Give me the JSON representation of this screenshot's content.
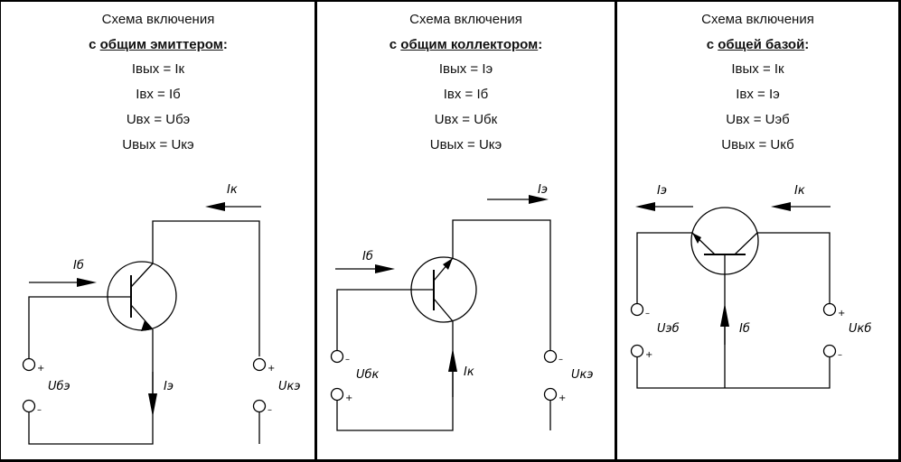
{
  "panels": [
    {
      "title": "Схема включения",
      "prefix": "с ",
      "underlined": "общим эмиттером",
      "suffix": ":",
      "equations": [
        "Iвых = Iк",
        "Iвх = Iб",
        "Uвх = Uбэ",
        "Uвых = Uкэ"
      ],
      "labels": {
        "ib": "Iб",
        "ik": "Iк",
        "ie": "Iэ",
        "u_in": "Uбэ",
        "u_out": "Uкэ"
      }
    },
    {
      "title": "Схема включения",
      "prefix": "с ",
      "underlined": "общим коллектором",
      "suffix": ":",
      "equations": [
        "Iвых = Iэ",
        "Iвх = Iб",
        "Uвх = Uбк",
        "Uвых = Uкэ"
      ],
      "labels": {
        "ib": "Iб",
        "ie": "Iэ",
        "ik": "Iк",
        "u_in": "Uбк",
        "u_out": "Uкэ"
      }
    },
    {
      "title": "Схема включения",
      "prefix": "с ",
      "underlined": "общей базой",
      "suffix": ":",
      "equations": [
        "Iвых = Iк",
        "Iвх = Iэ",
        "Uвх = Uэб",
        "Uвых = Uкб"
      ],
      "labels": {
        "ie": "Iэ",
        "ik": "Iк",
        "ib": "Iб",
        "u_in": "Uэб",
        "u_out": "Uкб"
      }
    }
  ],
  "polarity": {
    "plus": "+",
    "minus": "–"
  }
}
